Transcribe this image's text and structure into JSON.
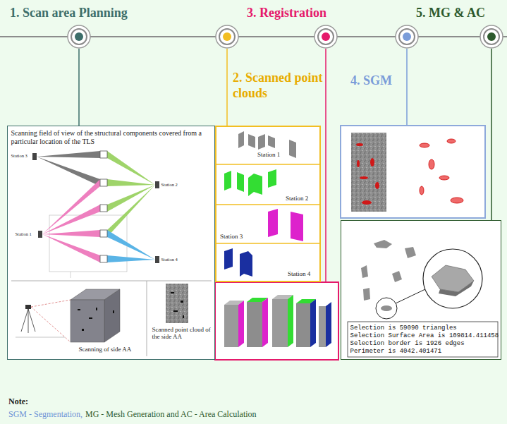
{
  "diagram": {
    "nodes": [
      {
        "text": [
          "1. Scan area Planning"
        ]
      },
      {
        "text": [
          "2. Scanned point clouds"
        ]
      },
      {
        "text": [
          "3. Registration"
        ]
      },
      {
        "text": [
          "4. SGM"
        ]
      },
      {
        "text": [
          "5. MG & AC"
        ]
      },
      {
        "text": [
          "Scanning field of view of the structural components covered from a particular location of the TLS",
          "Station 3",
          "Station 2",
          "Station 1",
          "Station 4",
          "Scanning of side AA",
          "Scanned point cloud of the side AA"
        ]
      },
      {
        "text": [
          "Station 1",
          "Station 2",
          "Station 3",
          "Station 4"
        ]
      },
      {
        "text": [
          "Selection is 59090 triangles",
          "Selection Surface Area is 109814.411458",
          "Selection border is 1926 edges",
          "Perimeter is 4042.401471"
        ]
      }
    ],
    "edges": [
      {
        "from": 0,
        "to": 5,
        "arrow": "none"
      },
      {
        "from": 1,
        "to": 6,
        "arrow": "none"
      },
      {
        "from": 4,
        "to": 7,
        "arrow": "none"
      }
    ],
    "labels": [
      "Note:",
      "SGM - Segmentation,",
      "MG - Mesh Generation and AC - Area Calculation"
    ]
  }
}
